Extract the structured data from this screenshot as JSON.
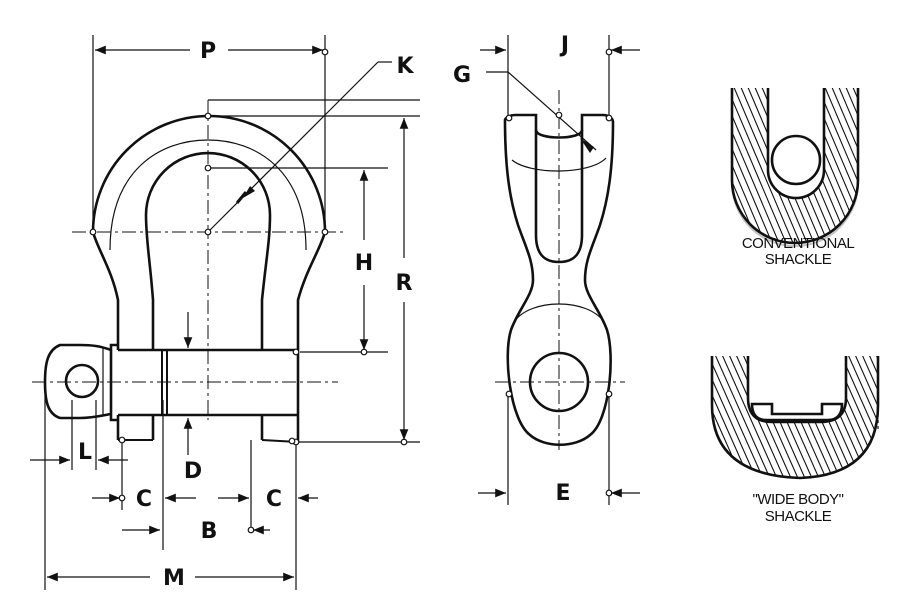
{
  "labels": {
    "P": "P",
    "K": "K",
    "J": "J",
    "G": "G",
    "H": "H",
    "R": "R",
    "L": "L",
    "D": "D",
    "C_left": "C",
    "C_right": "C",
    "B": "B",
    "M": "M",
    "E": "E"
  },
  "captions": {
    "conventional_line1": "CONVENTIONAL",
    "conventional_line2": "SHACKLE",
    "wide_body_line1": "\"WIDE BODY\"",
    "wide_body_line2": "SHACKLE"
  }
}
